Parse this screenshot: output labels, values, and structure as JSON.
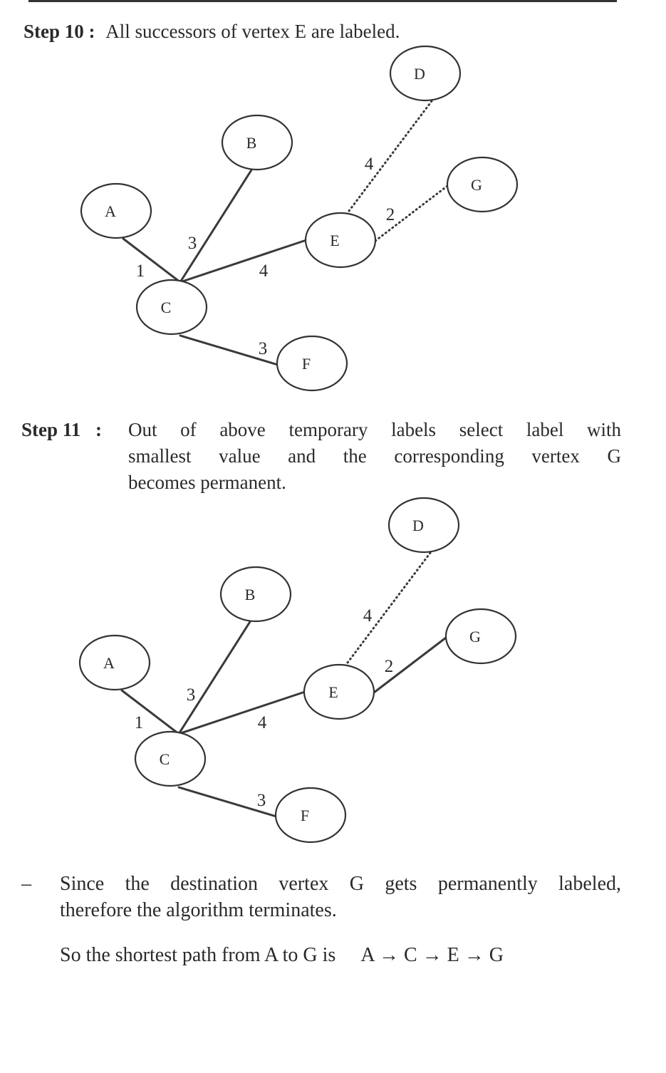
{
  "step10": {
    "label": "Step 10 :",
    "text": "All successors of vertex E are labeled."
  },
  "step11": {
    "label": "Step 11",
    "colon": ":",
    "lines": [
      "Out of above temporary labels select label with",
      "smallest value and the corresponding vertex G",
      "becomes permanent."
    ]
  },
  "graph1": {
    "nodes": [
      "A",
      "B",
      "C",
      "D",
      "E",
      "F",
      "G"
    ],
    "edges": [
      {
        "from": "A",
        "to": "C",
        "weight": "1",
        "style": "solid"
      },
      {
        "from": "B",
        "to": "C",
        "weight": "3",
        "style": "solid"
      },
      {
        "from": "C",
        "to": "E",
        "weight": "4",
        "style": "solid"
      },
      {
        "from": "C",
        "to": "F",
        "weight": "3",
        "style": "solid"
      },
      {
        "from": "E",
        "to": "D",
        "weight": "4",
        "style": "dotted"
      },
      {
        "from": "E",
        "to": "G",
        "weight": "2",
        "style": "dotted"
      }
    ]
  },
  "graph2": {
    "nodes": [
      "A",
      "B",
      "C",
      "D",
      "E",
      "F",
      "G"
    ],
    "edges": [
      {
        "from": "A",
        "to": "C",
        "weight": "1",
        "style": "solid"
      },
      {
        "from": "B",
        "to": "C",
        "weight": "3",
        "style": "solid"
      },
      {
        "from": "C",
        "to": "E",
        "weight": "4",
        "style": "solid"
      },
      {
        "from": "C",
        "to": "F",
        "weight": "3",
        "style": "solid"
      },
      {
        "from": "E",
        "to": "D",
        "weight": "4",
        "style": "dotted"
      },
      {
        "from": "E",
        "to": "G",
        "weight": "2",
        "style": "solid"
      }
    ]
  },
  "conclusion": {
    "bullet": "–",
    "lines": [
      "Since the  destination vertex G gets permanently labeled,",
      "therefore the algorithm terminates."
    ],
    "path_text": "So the shortest path from A to G is",
    "path": "A → C  → E → G"
  }
}
